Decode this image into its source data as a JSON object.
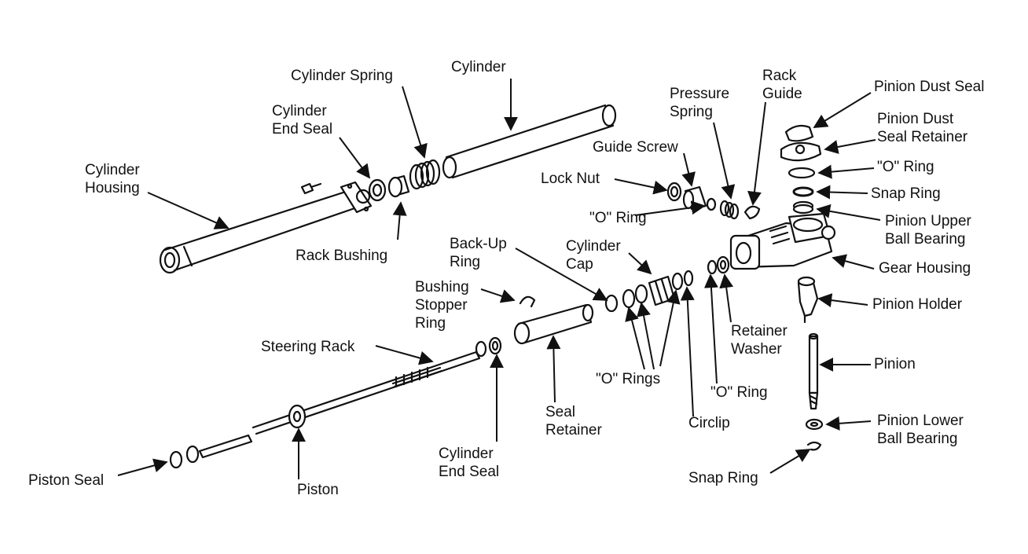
{
  "labels": {
    "cylinder_housing": "Cylinder\nHousing",
    "cylinder_end_seal_top": "Cylinder\nEnd Seal",
    "cylinder_spring": "Cylinder Spring",
    "cylinder": "Cylinder",
    "rack_bushing": "Rack Bushing",
    "pressure_spring": "Pressure\nSpring",
    "rack_guide": "Rack\nGuide",
    "pinion_dust_seal": "Pinion Dust Seal",
    "pinion_dust_seal_retainer": "Pinion Dust\nSeal Retainer",
    "o_ring_right": "\"O\" Ring",
    "snap_ring_top": "Snap Ring",
    "pinion_upper_ball_bearing": "Pinion Upper\nBall Bearing",
    "gear_housing": "Gear Housing",
    "pinion_holder": "Pinion Holder",
    "pinion": "Pinion",
    "pinion_lower_ball_bearing": "Pinion Lower\nBall Bearing",
    "snap_ring_bottom": "Snap Ring",
    "guide_screw": "Guide Screw",
    "lock_nut": "Lock Nut",
    "o_ring_guide": "\"O\" Ring",
    "back_up_ring": "Back-Up\nRing",
    "cylinder_cap": "Cylinder\nCap",
    "bushing_stopper_ring": "Bushing\nStopper\nRing",
    "retainer_washer": "Retainer\nWasher",
    "o_rings": "\"O\" Rings",
    "o_ring_lower": "\"O\" Ring",
    "circlip": "Circlip",
    "seal_retainer": "Seal\nRetainer",
    "steering_rack": "Steering Rack",
    "cylinder_end_seal_bottom": "Cylinder\nEnd Seal",
    "piston": "Piston",
    "piston_seal": "Piston Seal"
  }
}
